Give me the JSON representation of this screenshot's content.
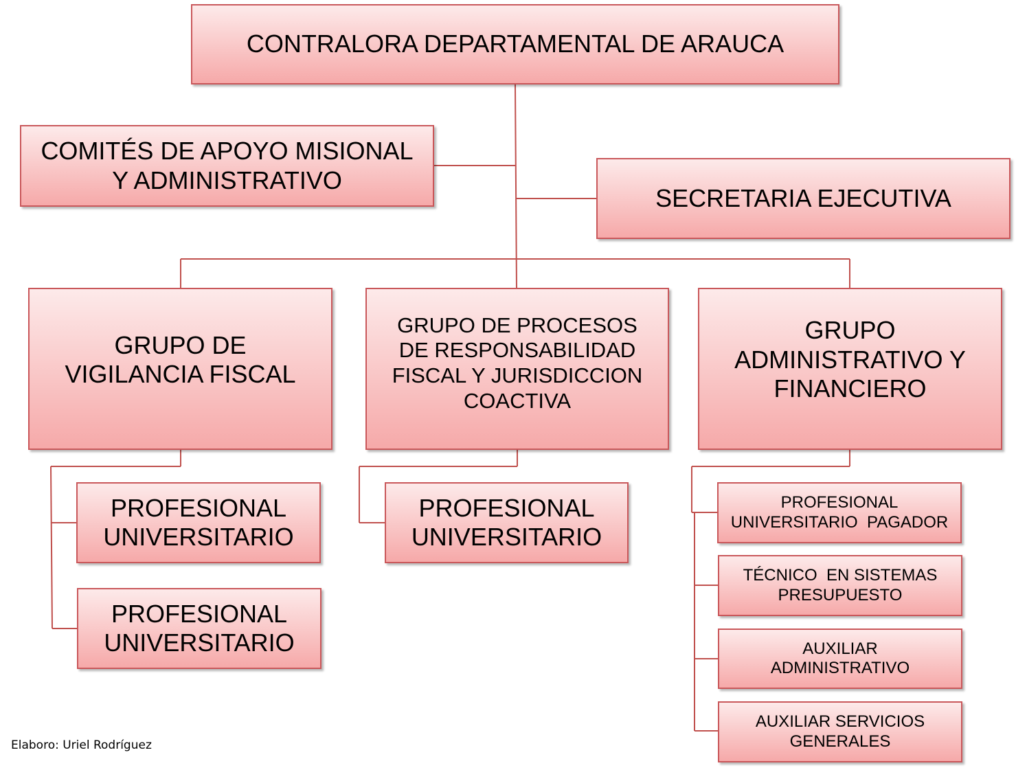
{
  "diagram": {
    "nodes": [
      {
        "id": "head",
        "lines": [
          "CONTRALORA DEPARTAMENTAL DE ARAUCA"
        ]
      },
      {
        "id": "comite",
        "lines": [
          "COMITÉS DE APOYO MISIONAL",
          "Y ADMINISTRATIVO"
        ]
      },
      {
        "id": "secretaria",
        "lines": [
          "SECRETARIA EJECUTIVA"
        ]
      },
      {
        "id": "grupo_vigilancia",
        "lines": [
          "GRUPO DE",
          "VIGILANCIA FISCAL"
        ]
      },
      {
        "id": "grupo_procesos",
        "lines": [
          "GRUPO DE PROCESOS",
          "DE RESPONSABILIDAD",
          "FISCAL Y JURISDICCION",
          "COACTIVA"
        ]
      },
      {
        "id": "grupo_admin",
        "lines": [
          "GRUPO",
          "ADMINISTRATIVO Y",
          "FINANCIERO"
        ]
      },
      {
        "id": "prof_vig_1",
        "lines": [
          "PROFESIONAL",
          "UNIVERSITARIO"
        ]
      },
      {
        "id": "prof_vig_2",
        "lines": [
          "PROFESIONAL",
          "UNIVERSITARIO"
        ]
      },
      {
        "id": "prof_proc",
        "lines": [
          "PROFESIONAL",
          "UNIVERSITARIO"
        ]
      },
      {
        "id": "prof_pagador",
        "lines": [
          "PROFESIONAL",
          "UNIVERSITARIO  PAGADOR"
        ]
      },
      {
        "id": "tecnico",
        "lines": [
          "TÉCNICO  EN SISTEMAS",
          "PRESUPUESTO"
        ]
      },
      {
        "id": "aux_admin",
        "lines": [
          "AUXILIAR",
          "ADMINISTRATIVO"
        ]
      },
      {
        "id": "aux_servicios",
        "lines": [
          "AUXILIAR SERVICIOS",
          "GENERALES"
        ]
      }
    ],
    "edges": [
      [
        "head",
        "comite"
      ],
      [
        "head",
        "secretaria"
      ],
      [
        "head",
        "grupo_vigilancia"
      ],
      [
        "head",
        "grupo_procesos"
      ],
      [
        "head",
        "grupo_admin"
      ],
      [
        "grupo_vigilancia",
        "prof_vig_1"
      ],
      [
        "grupo_vigilancia",
        "prof_vig_2"
      ],
      [
        "grupo_procesos",
        "prof_proc"
      ],
      [
        "grupo_admin",
        "prof_pagador"
      ],
      [
        "grupo_admin",
        "tecnico"
      ],
      [
        "grupo_admin",
        "aux_admin"
      ],
      [
        "grupo_admin",
        "aux_servicios"
      ]
    ],
    "colors": {
      "box_top": "#fdeaea",
      "box_bottom": "#f6a9a9",
      "border": "#c9575a",
      "connector": "#c0504d"
    }
  },
  "credit": "Elaboro: Uriel Rodríguez"
}
